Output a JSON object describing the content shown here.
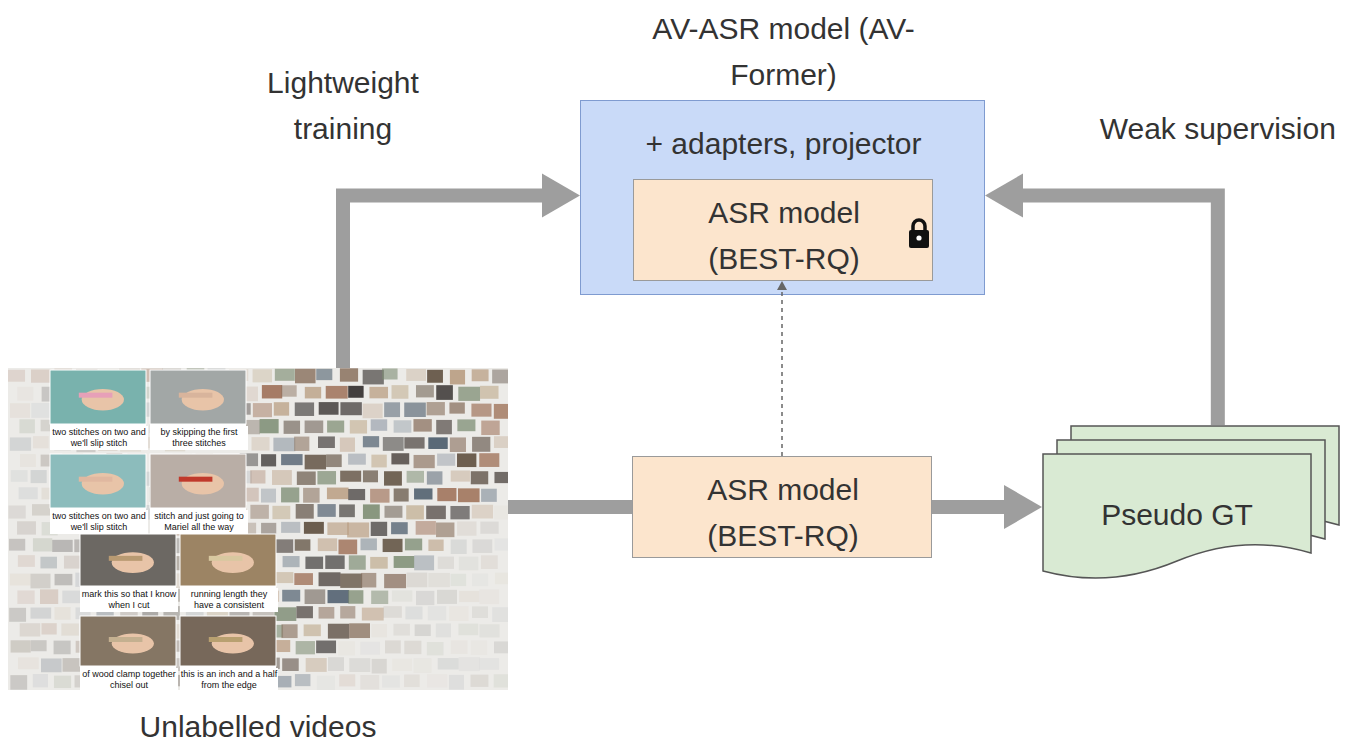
{
  "diagram": {
    "nodes": [
      {
        "text": [
          "AV-ASR model (AV-Former)",
          "+ adapters, projector"
        ]
      },
      {
        "text": [
          "ASR model (BEST-RQ)"
        ],
        "in": 0
      },
      {
        "text": [
          "Unlabelled videos"
        ]
      },
      {
        "text": [
          "ASR model (BEST-RQ)"
        ]
      },
      {
        "text": [
          "Pseudo GT"
        ]
      }
    ],
    "edges": [
      {
        "from": 2,
        "to": 0,
        "arrow": "to",
        "label": "Lightweight training"
      },
      {
        "from": 2,
        "to": 3,
        "arrow": "none"
      },
      {
        "from": 3,
        "to": 4,
        "arrow": "to"
      },
      {
        "from": 4,
        "to": 0,
        "arrow": "to",
        "label": "Weak supervision"
      },
      {
        "from": 3,
        "to": 1,
        "arrow": "to"
      }
    ],
    "labels": [
      "two stitches on two and we'll slip stitch",
      "by skipping the first three stitches",
      "two stitches on two and we'll slip stitch",
      "stitch and just going to Mariel all the way",
      "mark this so that I know when I cut",
      "running length they have a consistent",
      "of wood clamp together chisel out",
      "this is an inch and a half from the edge"
    ]
  }
}
